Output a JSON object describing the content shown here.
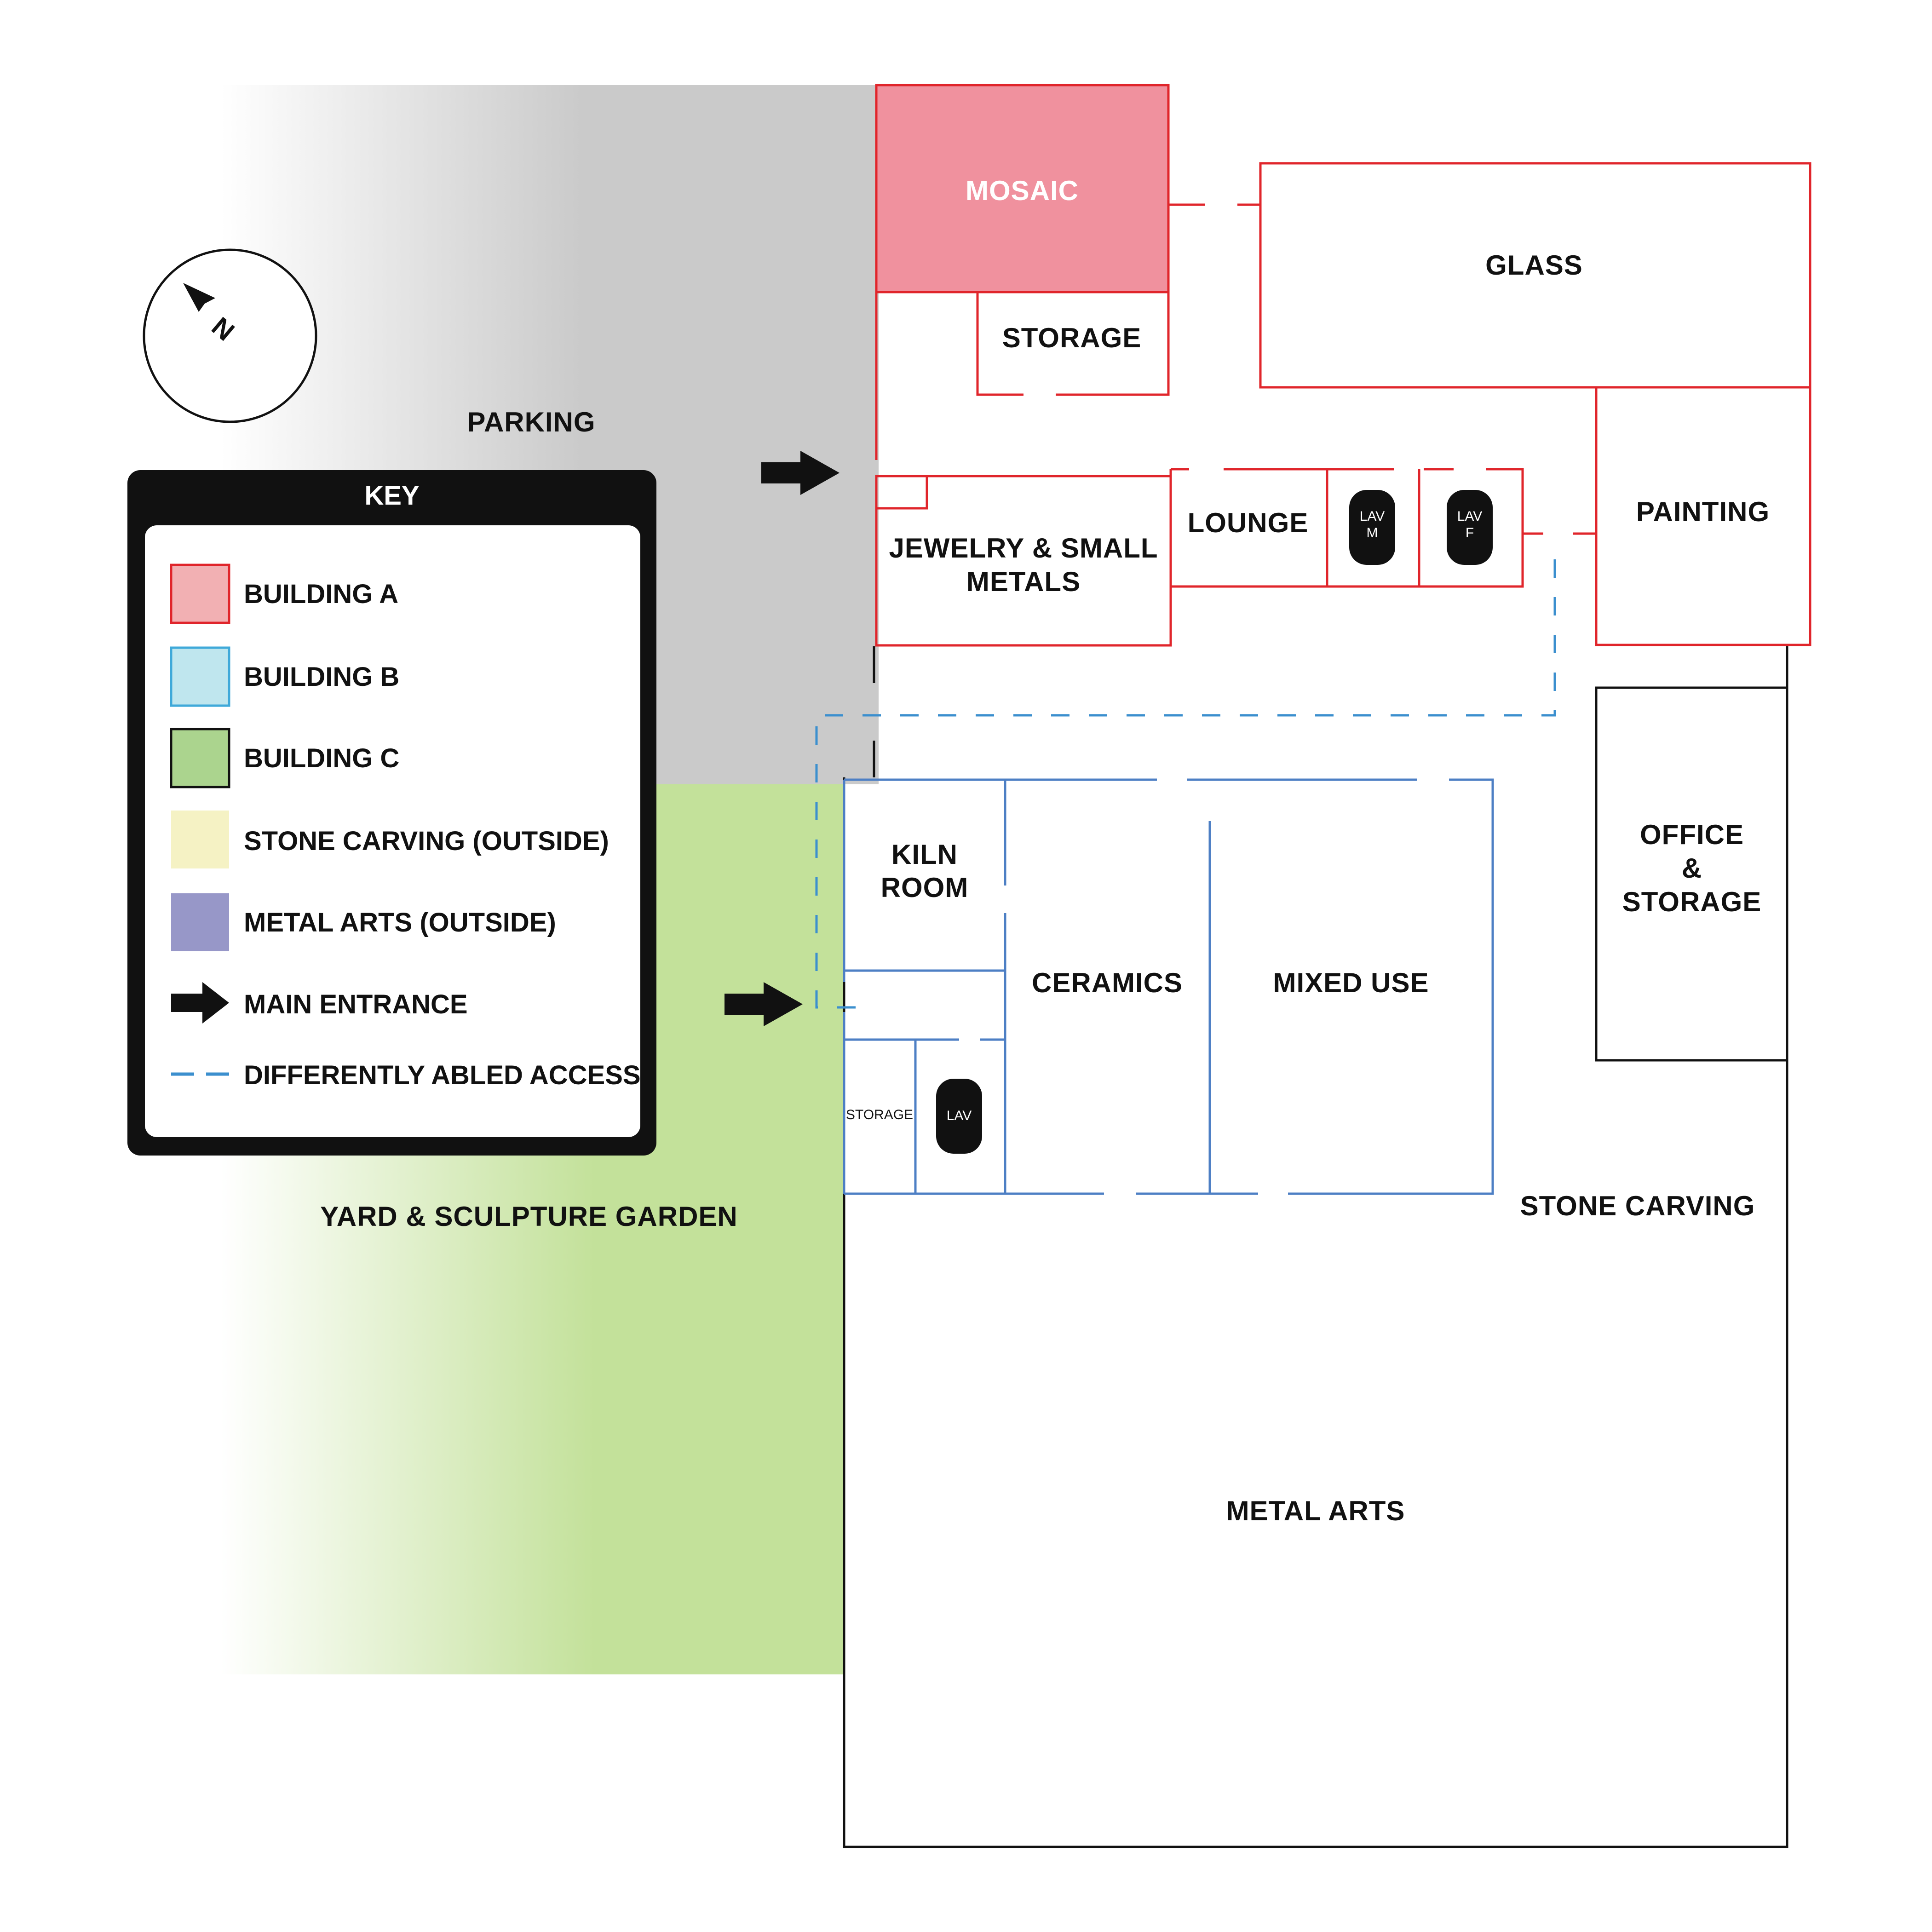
{
  "areas": {
    "parking": "PARKING",
    "yard": "YARD & SCULPTURE GARDEN",
    "stone_carving": "STONE CARVING",
    "metal_arts": "METAL ARTS"
  },
  "rooms": {
    "mosaic": "MOSAIC",
    "storage_a": "STORAGE",
    "glass": "GLASS",
    "jewelry": [
      "JEWELRY & SMALL",
      "METALS"
    ],
    "lounge": "LOUNGE",
    "lav_m": [
      "LAV",
      "M"
    ],
    "lav_f": [
      "LAV",
      "F"
    ],
    "painting": "PAINTING",
    "kiln": [
      "KILN",
      "ROOM"
    ],
    "ceramics": "CERAMICS",
    "mixed_use": "MIXED USE",
    "storage_b": "STORAGE",
    "lav_b": "LAV",
    "office": [
      "OFFICE",
      "&",
      "STORAGE"
    ]
  },
  "compass": {
    "label": "N"
  },
  "key": {
    "title": "KEY",
    "items": [
      {
        "label": "BUILDING A",
        "fill": "#f2b0b3",
        "stroke": "#e0252b"
      },
      {
        "label": "BUILDING B",
        "fill": "#bfe6ee",
        "stroke": "#3fa9d9"
      },
      {
        "label": "BUILDING C",
        "fill": "#abd48e",
        "stroke": "#111111"
      },
      {
        "label": "STONE CARVING (OUTSIDE)",
        "fill": "#f5f2c4",
        "stroke": "#f5f2c4"
      },
      {
        "label": "METAL ARTS (OUTSIDE)",
        "fill": "#9797c8",
        "stroke": "#9797c8"
      },
      {
        "label": "MAIN ENTRANCE",
        "icon": "arrow-icon"
      },
      {
        "label": "DIFFERENTLY ABLED ACCESS",
        "icon": "dash-line-icon"
      }
    ]
  },
  "colors": {
    "building_a": "#e0252b",
    "mosaic_fill": "#f0919e",
    "building_b": "#4d7fc4",
    "access_line": "#3b8fce",
    "parking_gray": "#cacaca",
    "yard_green": "#c3e19a"
  }
}
